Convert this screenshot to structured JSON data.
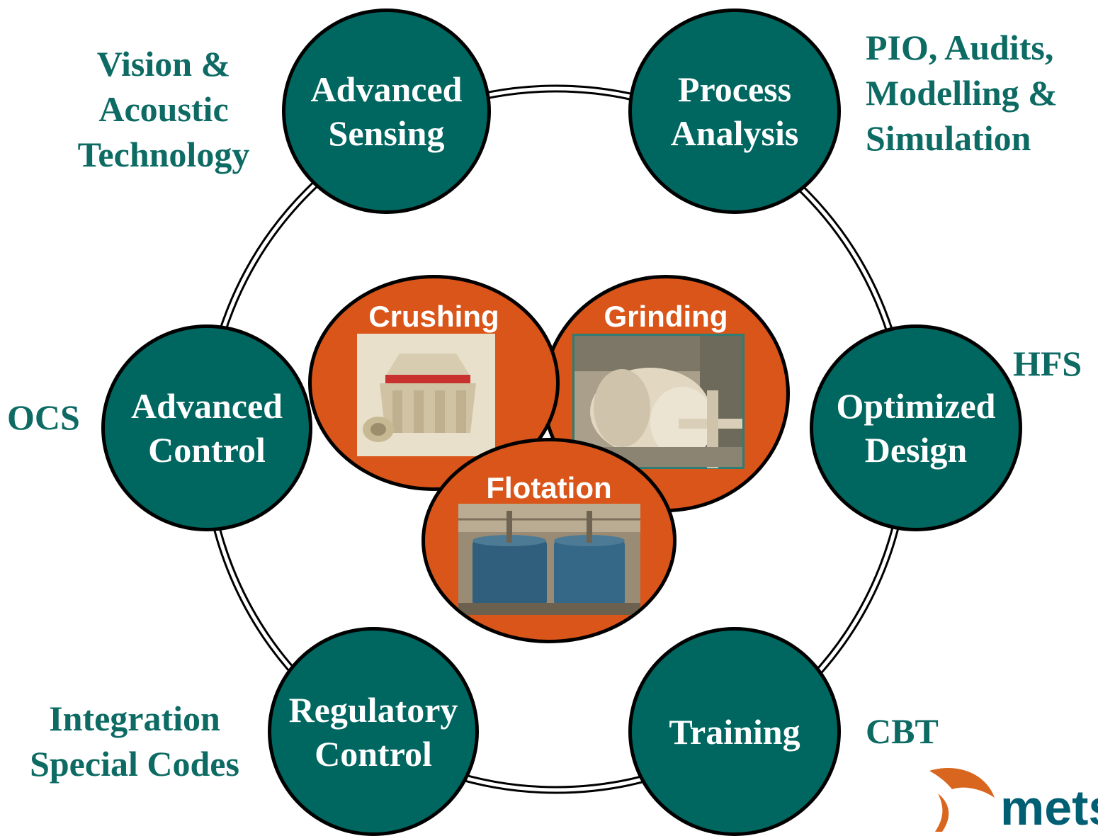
{
  "ring_nodes": [
    {
      "id": "advanced-sensing",
      "label": "Advanced\nSensing"
    },
    {
      "id": "process-analysis",
      "label": "Process\nAnalysis"
    },
    {
      "id": "advanced-control",
      "label": "Advanced\nControl"
    },
    {
      "id": "optimized-design",
      "label": "Optimized\nDesign"
    },
    {
      "id": "regulatory-control",
      "label": "Regulatory\nControl"
    },
    {
      "id": "training",
      "label": "Training"
    }
  ],
  "side_labels": [
    {
      "id": "vision-acoustic",
      "text": "Vision &\nAcoustic\nTechnology"
    },
    {
      "id": "pio-audits",
      "text": "PIO, Audits,\nModelling &\nSimulation"
    },
    {
      "id": "ocs",
      "text": "OCS"
    },
    {
      "id": "hfs",
      "text": "HFS"
    },
    {
      "id": "integration",
      "text": "Integration\nSpecial Codes"
    },
    {
      "id": "cbt",
      "text": "CBT"
    }
  ],
  "core_nodes": [
    {
      "id": "crushing",
      "title": "Crushing",
      "photo_icon": "cone-crusher-photo"
    },
    {
      "id": "grinding",
      "title": "Grinding",
      "photo_icon": "grinding-mill-photo"
    },
    {
      "id": "flotation",
      "title": "Flotation",
      "photo_icon": "flotation-cells-photo"
    }
  ],
  "logo": {
    "text": "mets",
    "icon": "metso-swoosh-logo"
  },
  "colors": {
    "teal": "#006660",
    "orange": "#d95519",
    "label_teal": "#0d6b64",
    "outline": "#000000"
  }
}
